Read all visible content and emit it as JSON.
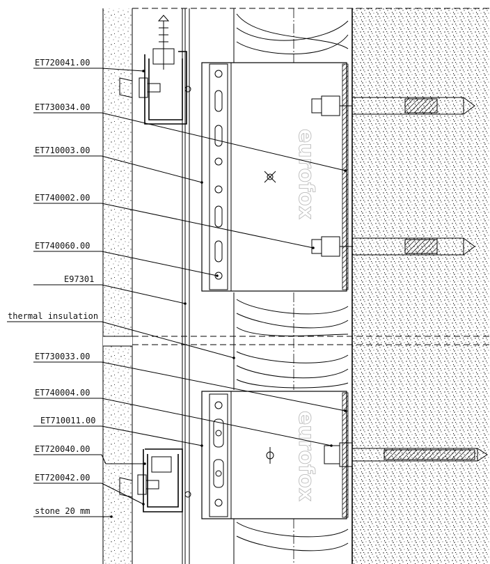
{
  "labels": [
    {
      "id": "et720041",
      "text": "ET720041.00"
    },
    {
      "id": "et730034",
      "text": "ET730034.00"
    },
    {
      "id": "et710003",
      "text": "ET710003.00"
    },
    {
      "id": "et740002",
      "text": "ET740002.00"
    },
    {
      "id": "et740060",
      "text": "ET740060.00"
    },
    {
      "id": "e97301",
      "text": "E97301"
    },
    {
      "id": "thermal",
      "text": "thermal insulation"
    },
    {
      "id": "et730033",
      "text": "ET730033.00"
    },
    {
      "id": "et740004",
      "text": "ET740004.00"
    },
    {
      "id": "et710011",
      "text": "ET710011.00"
    },
    {
      "id": "et720040",
      "text": "ET720040.00"
    },
    {
      "id": "et720042",
      "text": "ET720042.00"
    },
    {
      "id": "stone",
      "text": "stone 20 mm"
    }
  ],
  "watermark": "eurofox",
  "colors": {
    "line": "#000000",
    "background": "#ffffff",
    "watermark": "#bbbbbb"
  }
}
